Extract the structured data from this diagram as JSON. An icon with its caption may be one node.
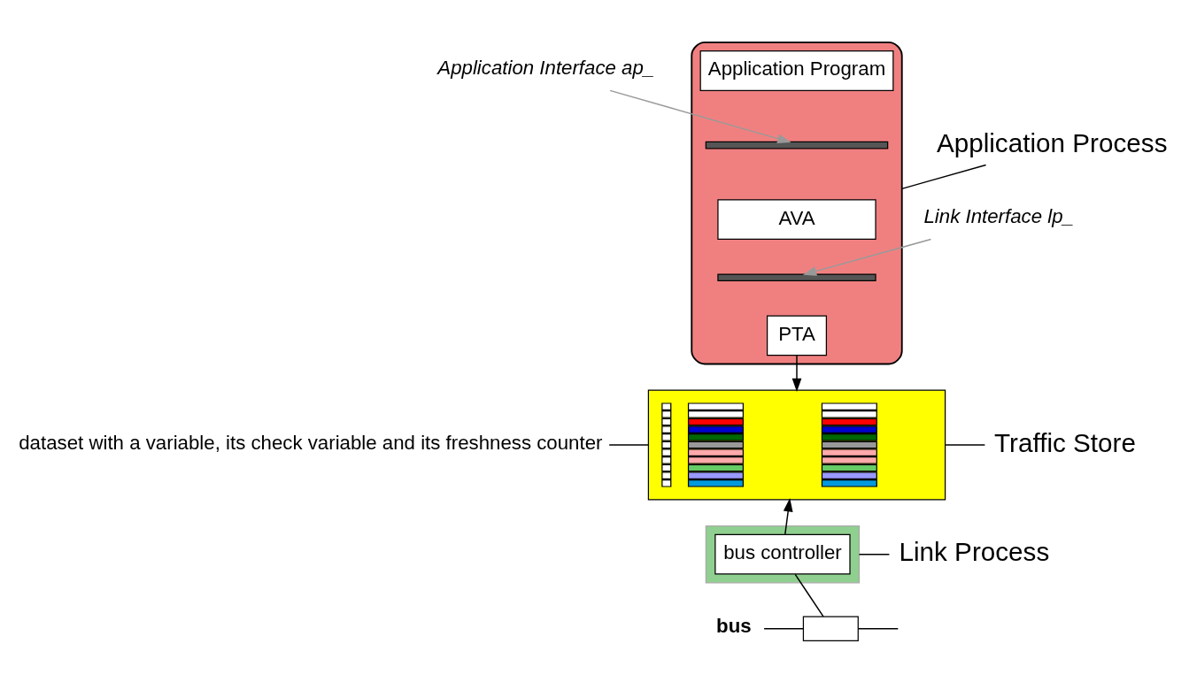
{
  "diagram": {
    "nodes": [
      {
        "text": [],
        "shape": "box"
      },
      {
        "text": [
          "Application Program"
        ],
        "in": 0
      },
      {
        "text": [],
        "shape": "bar",
        "in": 0
      },
      {
        "text": [
          "AVA"
        ],
        "in": 0
      },
      {
        "text": [],
        "shape": "bar",
        "in": 0
      },
      {
        "text": [
          "PTA"
        ],
        "in": 0
      },
      {
        "text": [
          "Application Interface ap_"
        ]
      },
      {
        "text": [
          "Link Interface lp_"
        ]
      },
      {
        "text": [
          "Application Process"
        ]
      },
      {
        "text": [],
        "shape": "box"
      },
      {
        "text": [
          "dataset with a variable, its check variable and its freshness counter"
        ]
      },
      {
        "text": [
          "Traffic Store"
        ]
      },
      {
        "text": [],
        "shape": "box"
      },
      {
        "text": [
          "bus controller"
        ],
        "in": 12
      },
      {
        "text": [
          "Link Process"
        ]
      },
      {
        "text": [
          "bus"
        ]
      },
      {
        "text": [],
        "shape": "box"
      }
    ],
    "edges": [
      {
        "from": 6,
        "to": 2,
        "arrow": "to",
        "color": "#999999"
      },
      {
        "from": 7,
        "to": 4,
        "arrow": "to",
        "color": "#999999"
      },
      {
        "from": 0,
        "to": 8,
        "arrow": "none"
      },
      {
        "from": 5,
        "to": 9,
        "arrow": "to"
      },
      {
        "from": 10,
        "to": 9,
        "arrow": "none"
      },
      {
        "from": 9,
        "to": 11,
        "arrow": "none"
      },
      {
        "from": 16,
        "to": 13,
        "arrow": "none"
      },
      {
        "from": 13,
        "to": 9,
        "arrow": "to"
      },
      {
        "from": 12,
        "to": 14,
        "arrow": "none"
      },
      {
        "from": 15,
        "to": 16,
        "arrow": "none"
      },
      {
        "from": 16,
        "to": null,
        "arrow": "none"
      }
    ]
  }
}
